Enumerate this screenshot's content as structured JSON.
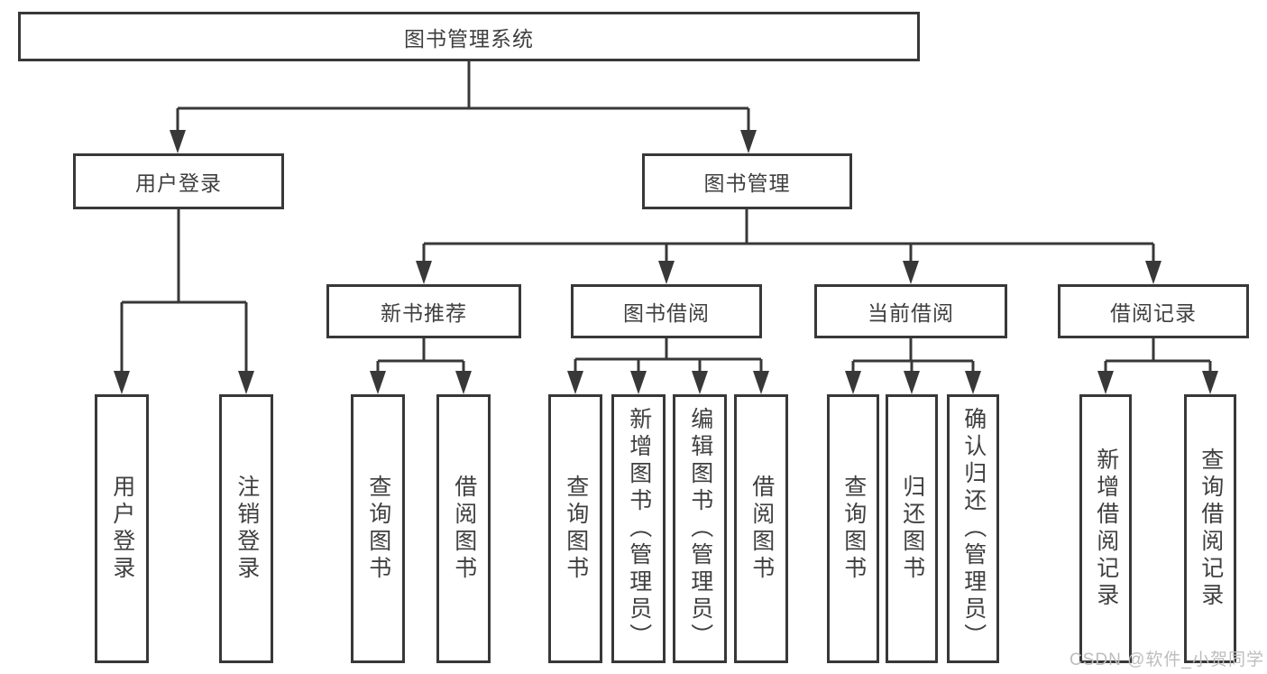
{
  "tree": {
    "label": "图书管理系统",
    "children": [
      {
        "label": "用户登录",
        "children": [
          {
            "label": "用户登录"
          },
          {
            "label": "注销登录"
          }
        ]
      },
      {
        "label": "图书管理",
        "children": [
          {
            "label": "新书推荐",
            "children": [
              {
                "label": "查询图书"
              },
              {
                "label": "借阅图书"
              }
            ]
          },
          {
            "label": "图书借阅",
            "children": [
              {
                "label": "查询图书"
              },
              {
                "label": "新增图书（管理员）"
              },
              {
                "label": "编辑图书（管理员）"
              },
              {
                "label": "借阅图书"
              }
            ]
          },
          {
            "label": "当前借阅",
            "children": [
              {
                "label": "查询图书"
              },
              {
                "label": "归还图书"
              },
              {
                "label": "确认归还（管理员）"
              }
            ]
          },
          {
            "label": "借阅记录",
            "children": [
              {
                "label": "新增借阅记录"
              },
              {
                "label": "查询借阅记录"
              }
            ]
          }
        ]
      }
    ]
  },
  "watermark": {
    "text": "CSDN @软件_小贺同学"
  },
  "colors": {
    "line": "#383838",
    "text": "#3f3f3f",
    "watermark": "#bdbdbd",
    "background": "#ffffff"
  }
}
